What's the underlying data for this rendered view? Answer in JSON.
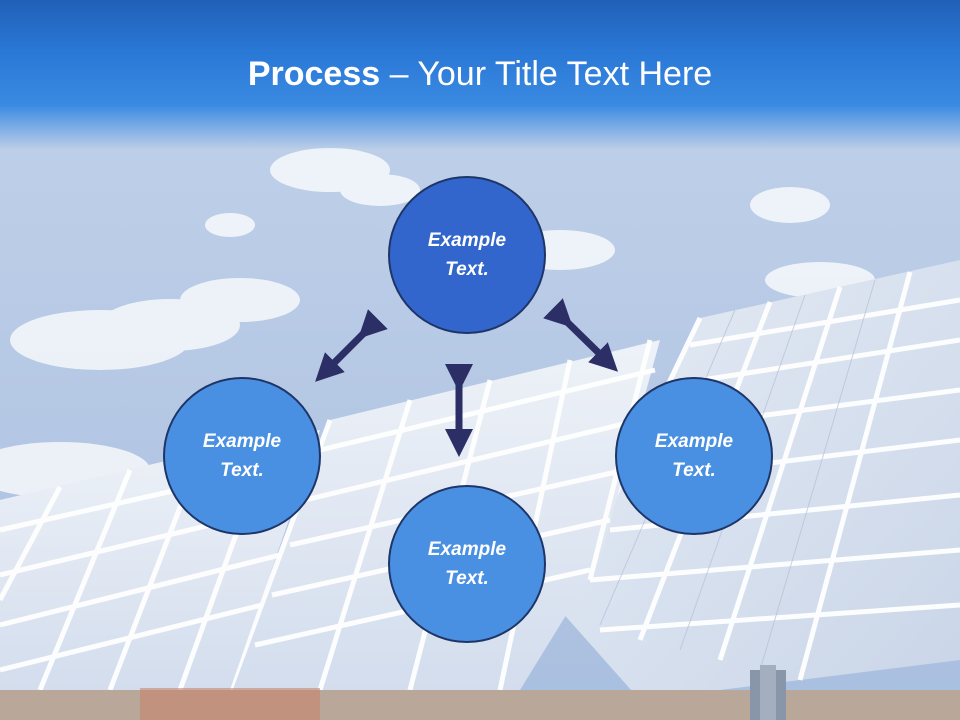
{
  "slide": {
    "title_bold": "Process",
    "title_dash": " – ",
    "title_rest": "Your Title Text Here"
  },
  "diagram": {
    "nodes": [
      {
        "id": "top",
        "label": "Example\nText.",
        "color": "#3366cc"
      },
      {
        "id": "left",
        "label": "Example\nText.",
        "color": "#4a90e2"
      },
      {
        "id": "bottom",
        "label": "Example\nText.",
        "color": "#4a90e2"
      },
      {
        "id": "right",
        "label": "Example\nText.",
        "color": "#4a90e2"
      }
    ],
    "arrow_color": "#2b2f66"
  },
  "colors": {
    "header": "#2a78d6",
    "circle_border": "#1e3568"
  }
}
